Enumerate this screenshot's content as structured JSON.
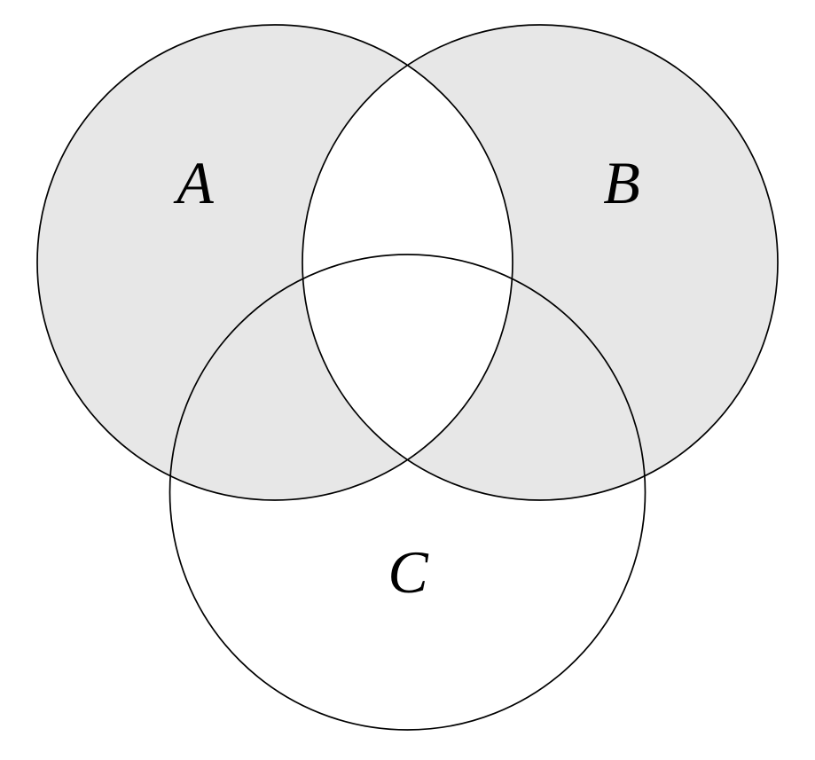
{
  "figure": {
    "type": "venn-diagram-3-sets",
    "sets": [
      {
        "label": "A",
        "circle_shaded": true
      },
      {
        "label": "B",
        "circle_shaded": true
      },
      {
        "label": "C",
        "circle_shaded": false
      }
    ],
    "regions": {
      "A_only": "shaded",
      "B_only": "shaded",
      "C_only": "white",
      "A_and_B_only": "white",
      "A_and_C_only": "shaded",
      "B_and_C_only": "shaded",
      "A_and_B_and_C": "white"
    },
    "shaded_set_expression": "A △ B",
    "colors": {
      "shade": "#e7e7e7",
      "background": "#ffffff",
      "stroke": "#000000"
    }
  }
}
